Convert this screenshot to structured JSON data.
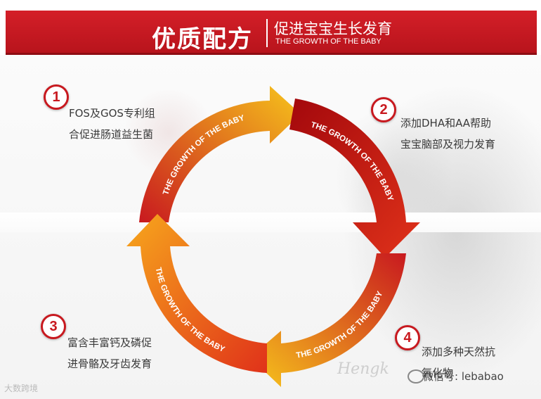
{
  "header": {
    "title": "优质配方",
    "subtitle": "促进宝宝生长发育",
    "english": "THE GROWTH OF THE BABY"
  },
  "cycle": {
    "arrow_text": "THE GROWTH OF THE BABY",
    "colors": {
      "red": "#c8191f",
      "dark_red": "#a3080c",
      "orange": "#f28c1a",
      "yellow": "#f7c51c"
    }
  },
  "features": [
    {
      "number": "1",
      "lines": [
        "FOS及GOS专利组",
        "合促进肠道益生菌"
      ]
    },
    {
      "number": "2",
      "lines": [
        "添加DHA和AA帮助",
        "宝宝脑部及视力发育"
      ]
    },
    {
      "number": "3",
      "lines": [
        "富含丰富钙及磷促",
        "进骨骼及牙齿发育"
      ]
    },
    {
      "number": "4",
      "lines": [
        "添加多种天然抗",
        "氧化物"
      ]
    }
  ],
  "watermarks": {
    "brand": "Hengk",
    "wechat": "微信号: lebabao",
    "corner": "大数跨境"
  }
}
